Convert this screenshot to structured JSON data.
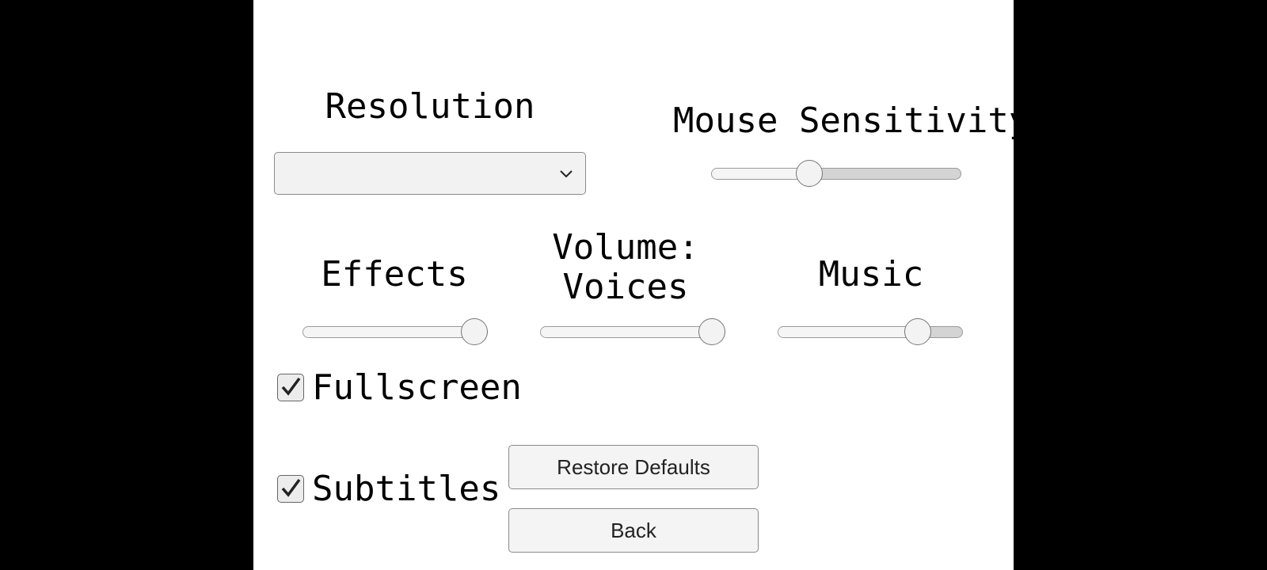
{
  "settings": {
    "resolution": {
      "label": "Resolution",
      "selected": ""
    },
    "mouse_sensitivity": {
      "label": "Mouse Sensitivity",
      "value": 0.38
    },
    "volume": {
      "heading": "Volume:",
      "effects": {
        "label": "Effects",
        "value": 1.0
      },
      "voices": {
        "label": "Voices",
        "value": 1.0
      },
      "music": {
        "label": "Music",
        "value": 0.8
      }
    },
    "fullscreen": {
      "label": "Fullscreen",
      "checked": true
    },
    "subtitles": {
      "label": "Subtitles",
      "checked": true
    }
  },
  "buttons": {
    "restore_defaults": "Restore Defaults",
    "back": "Back"
  },
  "icons": {
    "dropdown": "chevron-down-icon",
    "checkbox": "checkmark-icon"
  },
  "colors": {
    "background": "#000000",
    "panel": "#ffffff",
    "track": "#d4d4d4",
    "fill": "#f5f5f5"
  }
}
